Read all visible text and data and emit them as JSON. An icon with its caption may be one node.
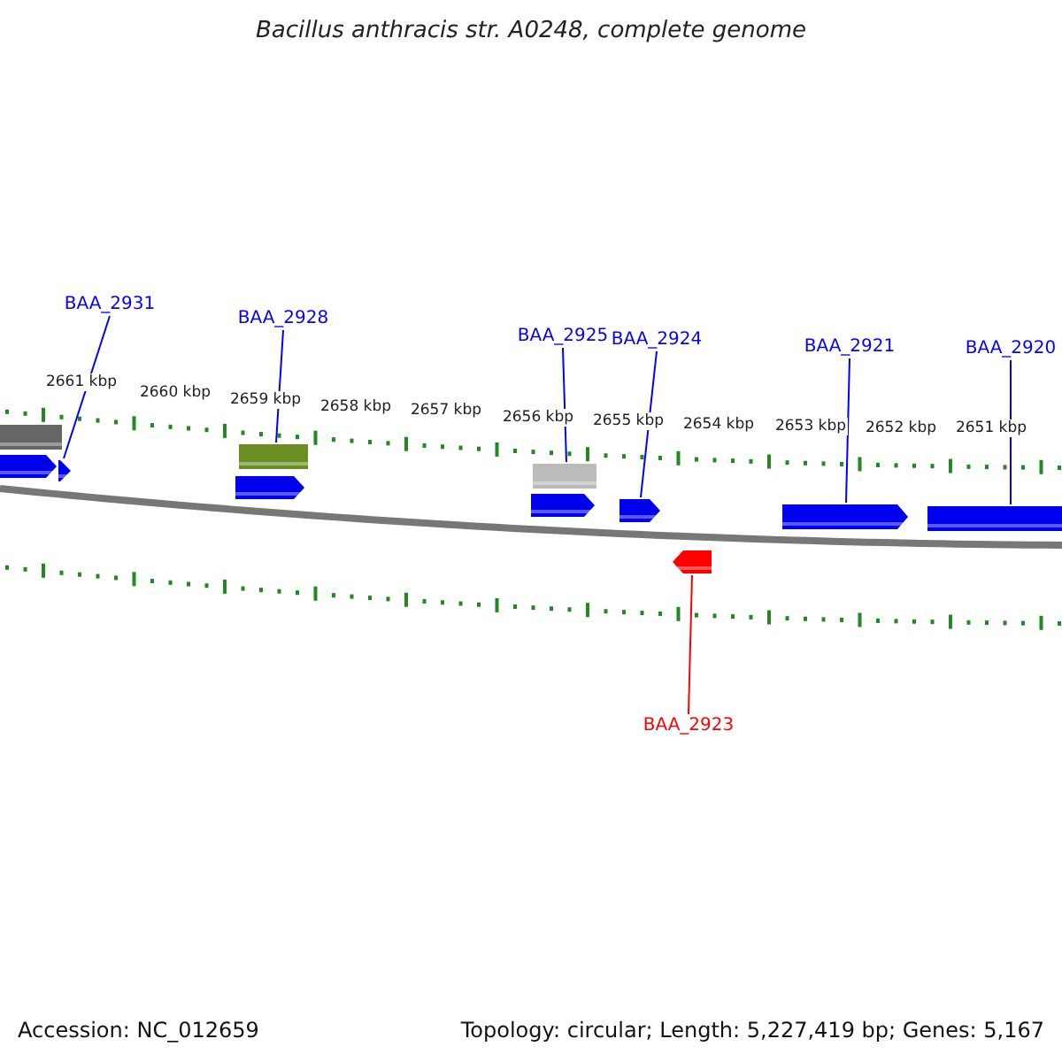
{
  "diagram": {
    "title": "Bacillus anthracis str. A0248, complete genome",
    "nodes": [
      {
        "text": [
          "BAA_2931"
        ]
      },
      {
        "text": [
          "BAA_2928"
        ]
      },
      {
        "text": [
          "BAA_2925"
        ]
      },
      {
        "text": [
          "BAA_2924"
        ]
      },
      {
        "text": [
          "BAA_2921"
        ]
      },
      {
        "text": [
          "BAA_2920"
        ]
      },
      {
        "text": [
          "BAA_2923"
        ]
      },
      {
        "text": [],
        "shape": "box"
      },
      {
        "text": [],
        "shape": "arrow"
      },
      {
        "text": [],
        "shape": "arrow"
      },
      {
        "text": [],
        "shape": "box"
      },
      {
        "text": [],
        "shape": "arrow"
      },
      {
        "text": [],
        "shape": "box"
      },
      {
        "text": [],
        "shape": "arrow"
      },
      {
        "text": [],
        "shape": "arrow"
      },
      {
        "text": [],
        "shape": "arrow"
      },
      {
        "text": [],
        "shape": "arrow"
      },
      {
        "text": [],
        "shape": "box"
      }
    ],
    "edges": [
      {
        "from": 0,
        "to": 9,
        "arrow": "none"
      },
      {
        "from": 1,
        "to": 10,
        "arrow": "none"
      },
      {
        "from": 2,
        "to": 12,
        "arrow": "none"
      },
      {
        "from": 3,
        "to": 14,
        "arrow": "none"
      },
      {
        "from": 4,
        "to": 16,
        "arrow": "none"
      },
      {
        "from": 5,
        "to": 17,
        "arrow": "none"
      },
      {
        "from": 6,
        "to": 15,
        "arrow": "none",
        "color": "#ff0000"
      }
    ],
    "labels": [
      "2661 kbp",
      "2660 kbp",
      "2659 kbp",
      "2658 kbp",
      "2657 kbp",
      "2656 kbp",
      "2655 kbp",
      "2654 kbp",
      "2653 kbp",
      "2652 kbp",
      "2651 kbp",
      "Accession: NC_012659",
      "Topology: circular; Length: 5,227,419 bp; Genes: 5,167"
    ]
  }
}
